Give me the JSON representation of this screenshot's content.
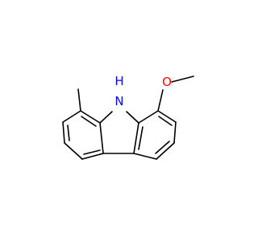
{
  "molecule": {
    "colors": {
      "bond": "#000000",
      "nitrogen": "#0000ff",
      "oxygen": "#ff0000"
    },
    "atoms": {
      "nh": "H",
      "n": "N",
      "o": "O"
    }
  }
}
